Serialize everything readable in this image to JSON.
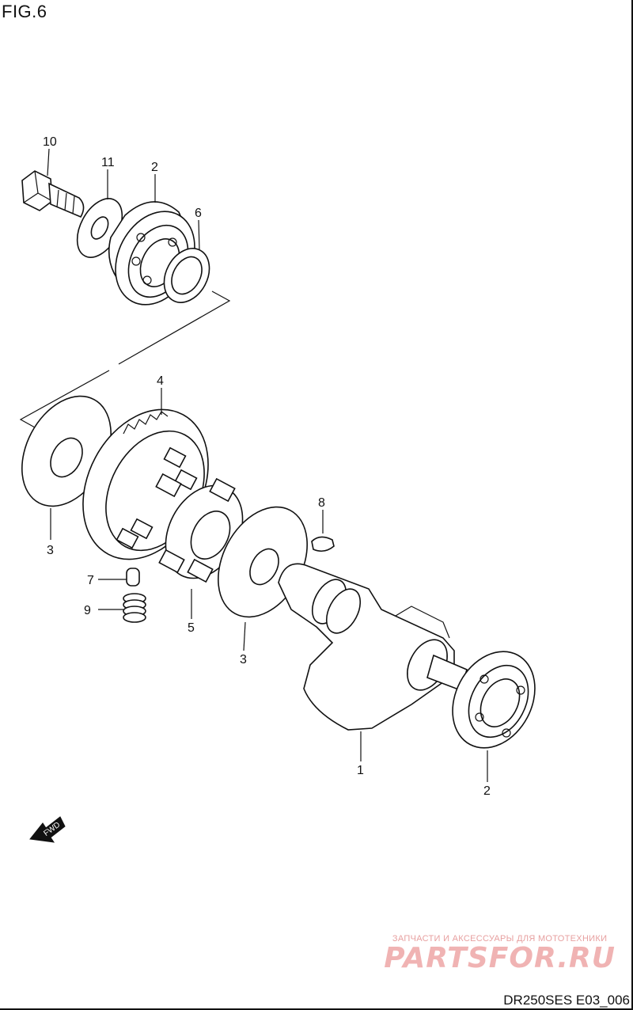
{
  "figure": {
    "title": "FIG.6",
    "code": "DR250SES E03_006"
  },
  "callouts": [
    "10",
    "11",
    "2",
    "6",
    "4",
    "3",
    "8",
    "7",
    "9",
    "5",
    "3",
    "1",
    "2"
  ],
  "fwd_label": "FWD",
  "watermark": {
    "subtitle": "ЗАПЧАСТИ И АКСЕССУАРЫ ДЛЯ МОТОТЕХНИКИ",
    "brand": "PARTSFOR.RU"
  },
  "colors": {
    "line": "#111111",
    "background": "#ffffff",
    "watermark": "#f0b3b3"
  }
}
